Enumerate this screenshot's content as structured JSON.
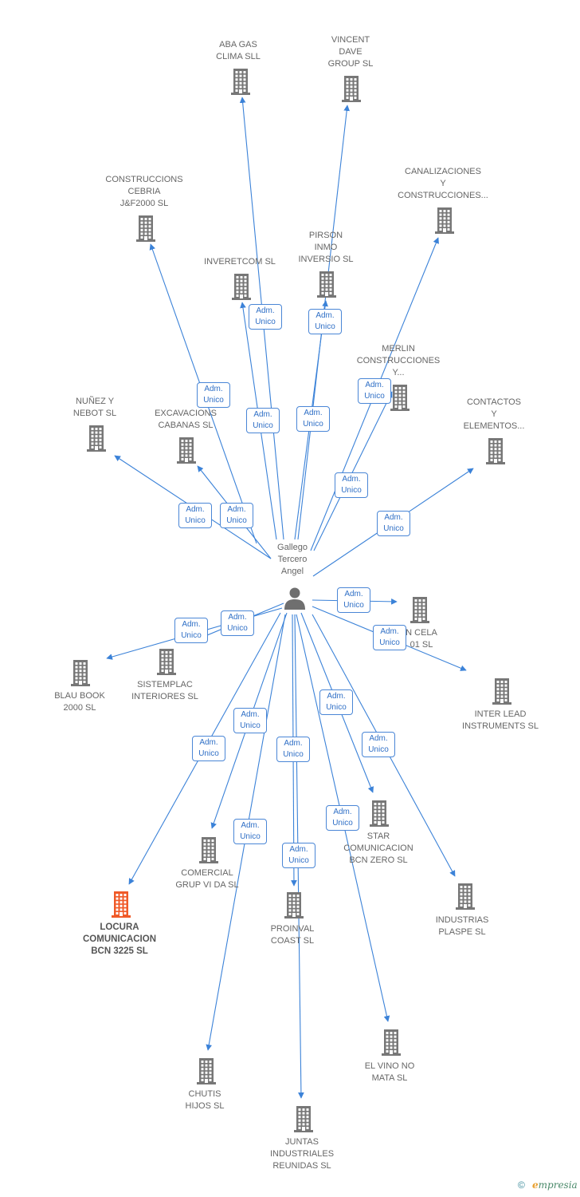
{
  "center": {
    "name": "Gallego\nTercero\nAngel",
    "icon": "person-icon"
  },
  "colors": {
    "edge": "#3b82d8",
    "node": "#777777",
    "highlight": "#f05a28",
    "badge_border": "#4a86d6",
    "badge_text": "#2f6fc6"
  },
  "relation_label": {
    "line1": "Adm.",
    "line2": "Unico"
  },
  "nodes": [
    {
      "id": "aba-gas",
      "label": "ABA GAS\nCLIMA SLL",
      "icon": "building-icon"
    },
    {
      "id": "vincent-dave",
      "label": "VINCENT\nDAVE\nGROUP SL",
      "icon": "building-icon"
    },
    {
      "id": "construccions-cebria",
      "label": "CONSTRUCCIONS\nCEBRIA\nJ&F2000 SL",
      "icon": "building-icon"
    },
    {
      "id": "canalizaciones",
      "label": "CANALIZACIONES\nY\nCONSTRUCCIONES...",
      "icon": "building-icon"
    },
    {
      "id": "pirson",
      "label": "PIRSON\nINMO\nINVERSIO  SL",
      "icon": "building-icon"
    },
    {
      "id": "inveretcom",
      "label": "INVERETCOM SL",
      "icon": "building-icon"
    },
    {
      "id": "merlin",
      "label": "MERLIN\nCONSTRUCCIONES\nY...",
      "icon": "building-icon"
    },
    {
      "id": "nunez-nebot",
      "label": "NUÑEZ Y\nNEBOT SL",
      "icon": "building-icon"
    },
    {
      "id": "excavacions",
      "label": "EXCAVACIONS\nCABANAS SL",
      "icon": "building-icon"
    },
    {
      "id": "contactos",
      "label": "CONTACTOS\nY\nELEMENTOS...",
      "icon": "building-icon"
    },
    {
      "id": "cela",
      "label": "N CELA\n01 SL",
      "icon": "building-icon"
    },
    {
      "id": "blau-book",
      "label": "BLAU BOOK\n2000 SL",
      "icon": "building-icon"
    },
    {
      "id": "sistemplac",
      "label": "SISTEMPLAC\nINTERIORES SL",
      "icon": "building-icon"
    },
    {
      "id": "inter-lead",
      "label": "INTER LEAD\nINSTRUMENTS SL",
      "icon": "building-icon"
    },
    {
      "id": "star-comunicacion",
      "label": "STAR\nCOMUNICACION\nBCN ZERO  SL",
      "icon": "building-icon"
    },
    {
      "id": "comercial-grup",
      "label": "COMERCIAL\nGRUP VI DA SL",
      "icon": "building-icon"
    },
    {
      "id": "locura",
      "label": "LOCURA\nCOMUNICACION\nBCN 3225  SL",
      "icon": "building-icon",
      "highlight": true
    },
    {
      "id": "industrias-plaspe",
      "label": "INDUSTRIAS\nPLASPE SL",
      "icon": "building-icon"
    },
    {
      "id": "proinval",
      "label": "PROINVAL\nCOAST SL",
      "icon": "building-icon"
    },
    {
      "id": "el-vino",
      "label": "EL VINO NO\nMATA  SL",
      "icon": "building-icon"
    },
    {
      "id": "chutis",
      "label": "CHUTIS\nHIJOS SL",
      "icon": "building-icon"
    },
    {
      "id": "juntas",
      "label": "JUNTAS\nINDUSTRIALES\nREUNIDAS SL",
      "icon": "building-icon"
    }
  ],
  "footer": {
    "copyright": "©",
    "brand_initial": "e",
    "brand_rest": "mpresia"
  }
}
